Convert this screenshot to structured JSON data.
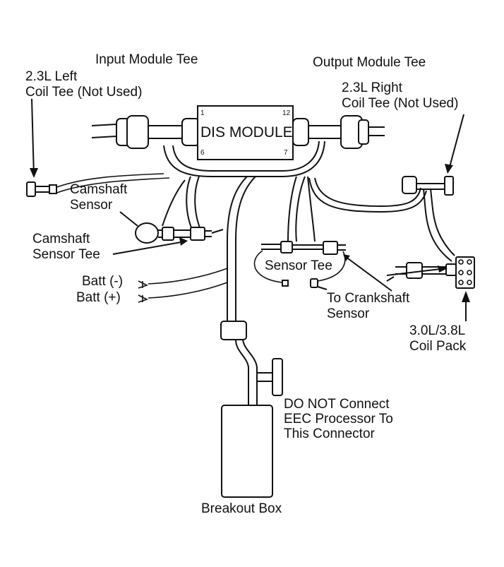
{
  "labels": {
    "input_module_tee": "Input Module Tee",
    "output_module_tee": "Output Module Tee",
    "left_coil_tee": [
      "2.3L Left",
      "Coil Tee (Not Used)"
    ],
    "right_coil_tee": [
      "2.3L Right",
      "Coil Tee (Not Used)"
    ],
    "camshaft_sensor": [
      "Camshaft",
      "Sensor"
    ],
    "camshaft_sensor_tee": [
      "Camshaft",
      "Sensor Tee"
    ],
    "batt_neg": "Batt (-)",
    "batt_pos": "Batt (+)",
    "sensor_tee": "Sensor Tee",
    "to_crankshaft_sensor": [
      "To Crankshaft",
      "Sensor"
    ],
    "coil_pack": [
      "3.0L/3.8L",
      "Coil Pack"
    ],
    "do_not_connect": [
      "DO NOT Connect",
      "EEC Processor To",
      "This Connector"
    ],
    "breakout_box": "Breakout Box"
  },
  "module": {
    "title": "DIS MODULE",
    "pins": {
      "top_left": "1",
      "top_right": "12",
      "bottom_left": "6",
      "bottom_right": "7"
    }
  }
}
